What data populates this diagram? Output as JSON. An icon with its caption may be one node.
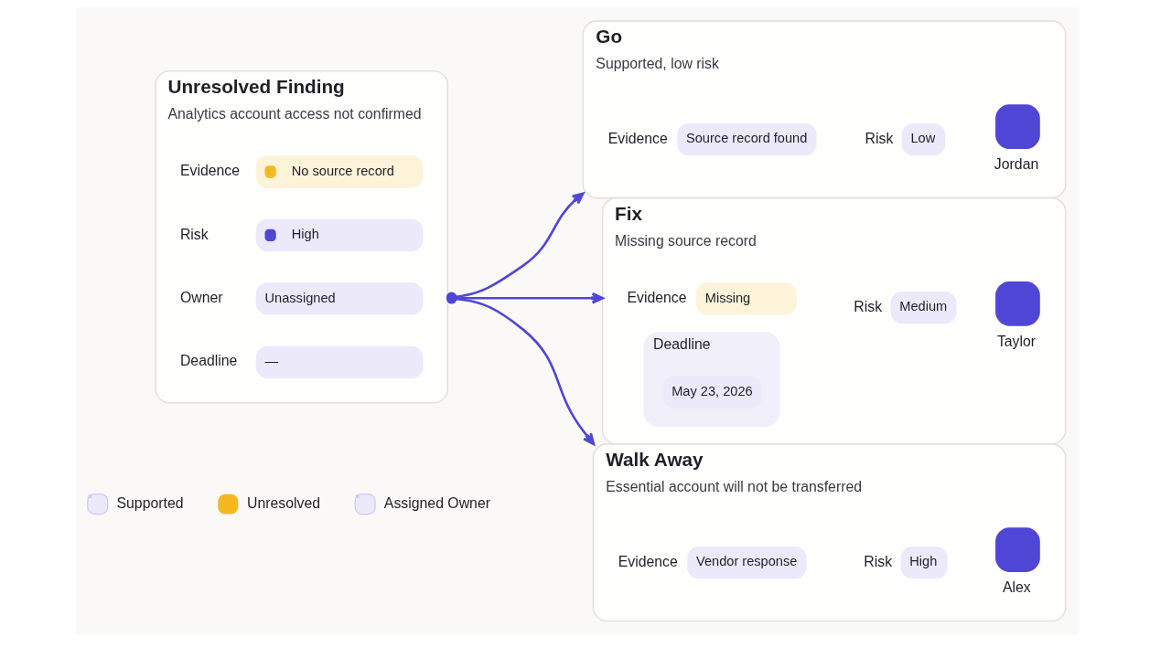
{
  "diagram": {
    "nodes": [
      {
        "text": [
          "Unresolved Finding",
          "Analytics account access not confirmed"
        ]
      },
      {
        "text": [
          "No source record"
        ],
        "beside": [
          "Evidence"
        ],
        "in": 0
      },
      {
        "text": [
          "High"
        ],
        "beside": [
          "Risk"
        ],
        "in": 0
      },
      {
        "text": [
          "Unassigned"
        ],
        "beside": [
          "Owner"
        ],
        "in": 0
      },
      {
        "text": [
          "—"
        ],
        "beside": [
          "Deadline"
        ],
        "in": 0
      },
      {
        "text": [
          "Go",
          "Supported, low risk"
        ]
      },
      {
        "text": [
          "Source record found"
        ],
        "beside": [
          "Evidence"
        ],
        "in": 5
      },
      {
        "text": [
          "Low"
        ],
        "beside": [
          "Risk"
        ],
        "in": 5
      },
      {
        "text": [
          "Jordan"
        ],
        "in": 5
      },
      {
        "text": [
          "Fix",
          "Missing source record"
        ]
      },
      {
        "text": [
          "Missing"
        ],
        "beside": [
          "Evidence"
        ],
        "in": 9
      },
      {
        "text": [
          "Medium"
        ],
        "beside": [
          "Risk"
        ],
        "in": 9
      },
      {
        "text": [
          "Taylor"
        ],
        "in": 9
      },
      {
        "text": [
          "Deadline"
        ],
        "in": 9
      },
      {
        "text": [
          "May 23, 2026"
        ],
        "in": 13
      },
      {
        "text": [
          "Walk Away",
          "Essential account will not be transferred"
        ]
      },
      {
        "text": [
          "Vendor response"
        ],
        "beside": [
          "Evidence"
        ],
        "in": 15
      },
      {
        "text": [
          "High"
        ],
        "beside": [
          "Risk"
        ],
        "in": 15
      },
      {
        "text": [
          "Alex"
        ],
        "in": 15
      }
    ],
    "edges": [
      {
        "from": 0,
        "to": 5,
        "arrow": "to"
      },
      {
        "from": 0,
        "to": 9,
        "arrow": "to"
      },
      {
        "from": 0,
        "to": 15,
        "arrow": "to"
      }
    ],
    "legend": [
      {
        "text": "Supported"
      },
      {
        "text": "Unresolved",
        "color": "#f5b820"
      },
      {
        "text": "Assigned Owner"
      }
    ]
  }
}
